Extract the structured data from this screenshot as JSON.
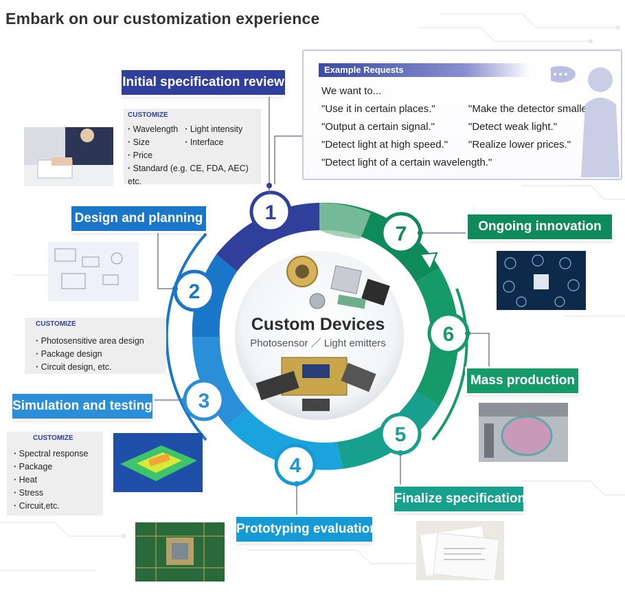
{
  "title": "Embark on our customization experience",
  "center": {
    "title": "Custom Devices",
    "subtitle": "Photosensor ／ Light emitters"
  },
  "example": {
    "header": "Example Requests",
    "intro": "We want to...",
    "requests": [
      "\"Use it in certain places.\"",
      "\"Make the detector smaller.\"",
      "\"Output a certain signal.\"",
      "\"Detect weak light.\"",
      "\"Detect light at high speed.\"",
      "\"Realize lower prices.\"",
      "\"Detect light of a certain wavelength.\""
    ]
  },
  "steps": [
    {
      "number": "1",
      "label": "Initial specification review",
      "color": "#2f3f9b"
    },
    {
      "number": "2",
      "label": "Design and planning",
      "color": "#1976c8"
    },
    {
      "number": "3",
      "label": "Simulation and testing",
      "color": "#2a8fd8"
    },
    {
      "number": "4",
      "label": "Prototyping evaluation",
      "color": "#159ad6"
    },
    {
      "number": "5",
      "label": "Finalize specification",
      "color": "#17a08e"
    },
    {
      "number": "6",
      "label": "Mass production",
      "color": "#179a6a"
    },
    {
      "number": "7",
      "label": "Ongoing innovation",
      "color": "#0f8a5a"
    }
  ],
  "customize": {
    "heading": "CUSTOMIZE",
    "step1": {
      "col1": [
        "Wavelength",
        "Size",
        "Price"
      ],
      "col2": [
        "Light intensity",
        "Interface"
      ],
      "extra": "Standard (e.g. CE, FDA, AEC)",
      "extra2": "etc."
    },
    "step2": [
      "Photosensitive area design",
      "Package design",
      "Circuit design, etc."
    ],
    "step3": [
      "Spectral response",
      "Package",
      "Heat",
      "Stress",
      "Circuit,etc."
    ]
  },
  "colors": {
    "navy": "#2f3f9b",
    "blue": "#1976c8",
    "green": "#0f8a5a"
  }
}
